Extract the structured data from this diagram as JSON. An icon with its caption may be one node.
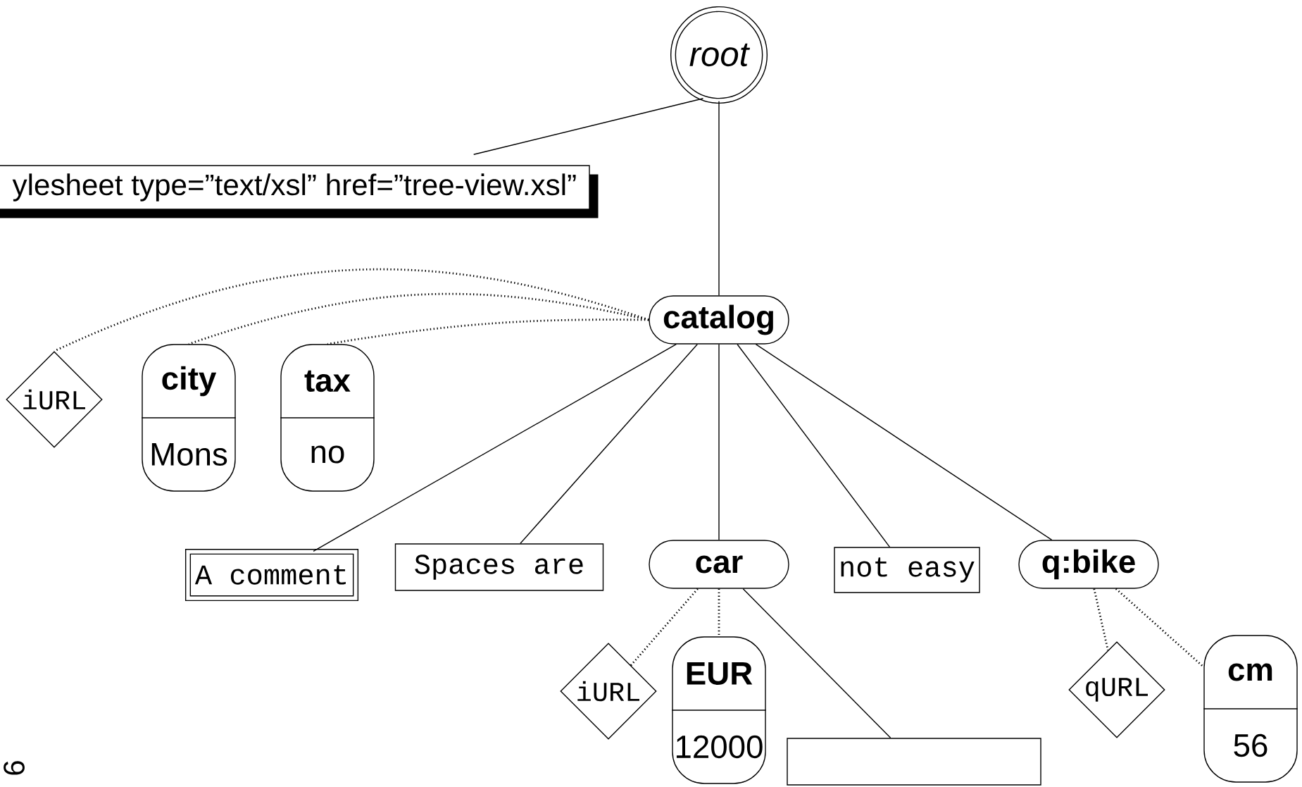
{
  "diagram": {
    "nodes": [
      {
        "text": [
          "root"
        ]
      },
      {
        "text": [
          "ylesheet type=”text/xsl”  href=”tree-view.xsl”"
        ]
      },
      {
        "text": [
          "catalog"
        ]
      },
      {
        "text": [
          "iURL"
        ]
      },
      {
        "text": [
          "city",
          "Mons"
        ]
      },
      {
        "text": [
          "tax",
          "no"
        ]
      },
      {
        "text": [
          "A comment"
        ]
      },
      {
        "text": [
          "Spaces are"
        ]
      },
      {
        "text": [
          "car"
        ]
      },
      {
        "text": [
          "not easy"
        ]
      },
      {
        "text": [
          "q:bike"
        ]
      },
      {
        "text": [
          "iURL"
        ]
      },
      {
        "text": [
          "EUR",
          "12000"
        ]
      },
      {
        "text": [],
        "shape": "box"
      },
      {
        "text": [
          "qURL"
        ]
      },
      {
        "text": [
          "cm",
          "56"
        ]
      }
    ],
    "edges": [
      {
        "from": 0,
        "to": 1,
        "arrow": "none"
      },
      {
        "from": 0,
        "to": 2,
        "arrow": "none"
      },
      {
        "from": 2,
        "to": 3,
        "arrow": "none",
        "style": "dashed"
      },
      {
        "from": 2,
        "to": 4,
        "arrow": "none",
        "style": "dashed"
      },
      {
        "from": 2,
        "to": 5,
        "arrow": "none",
        "style": "dashed"
      },
      {
        "from": 2,
        "to": 6,
        "arrow": "none"
      },
      {
        "from": 2,
        "to": 7,
        "arrow": "none"
      },
      {
        "from": 2,
        "to": 8,
        "arrow": "none"
      },
      {
        "from": 2,
        "to": 9,
        "arrow": "none"
      },
      {
        "from": 2,
        "to": 10,
        "arrow": "none"
      },
      {
        "from": 8,
        "to": 11,
        "arrow": "none",
        "style": "dashed"
      },
      {
        "from": 8,
        "to": 12,
        "arrow": "none",
        "style": "dashed"
      },
      {
        "from": 8,
        "to": 13,
        "arrow": "none"
      },
      {
        "from": 10,
        "to": 14,
        "arrow": "none",
        "style": "dashed"
      },
      {
        "from": 10,
        "to": 15,
        "arrow": "none",
        "style": "dashed"
      }
    ],
    "labels": [
      "6"
    ]
  }
}
